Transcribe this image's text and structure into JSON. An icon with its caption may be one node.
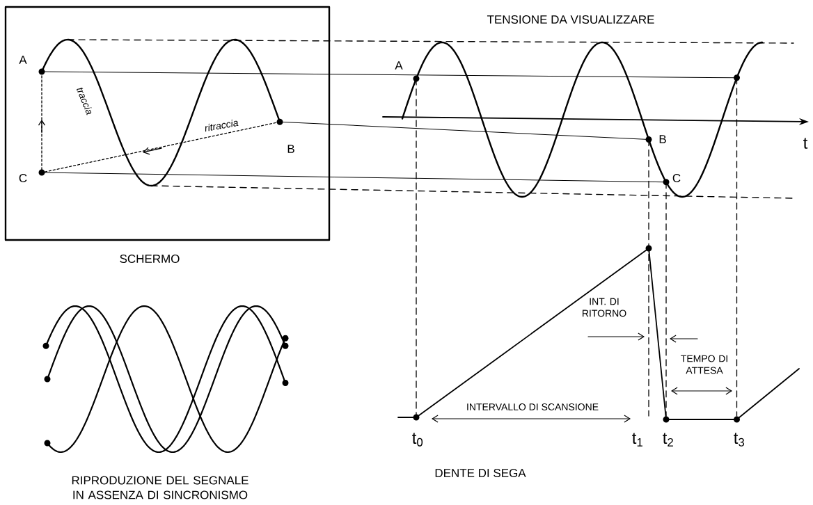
{
  "diagram": {
    "nodes": [
      {
        "text": [],
        "shape": "box",
        "beside": [
          "SCHERMO"
        ]
      }
    ],
    "labels": [
      "TENSIONE DA VISUALIZZARE",
      "A",
      "traccia",
      "ritraccia",
      "B",
      "C",
      "A",
      "B",
      "t",
      "C",
      "INT. DI RITORNO",
      "TEMPO DI ATTESA",
      "INTERVALLO DI SCANSIONE",
      "t$_{0}$",
      "t$_{1}$",
      "t$_{2}$",
      "t$_{3}$",
      "DENTE DI SEGA",
      "RIPRODUZIONE DEL SEGNALE IN ASSENZA DI SINCRONISMO"
    ]
  }
}
